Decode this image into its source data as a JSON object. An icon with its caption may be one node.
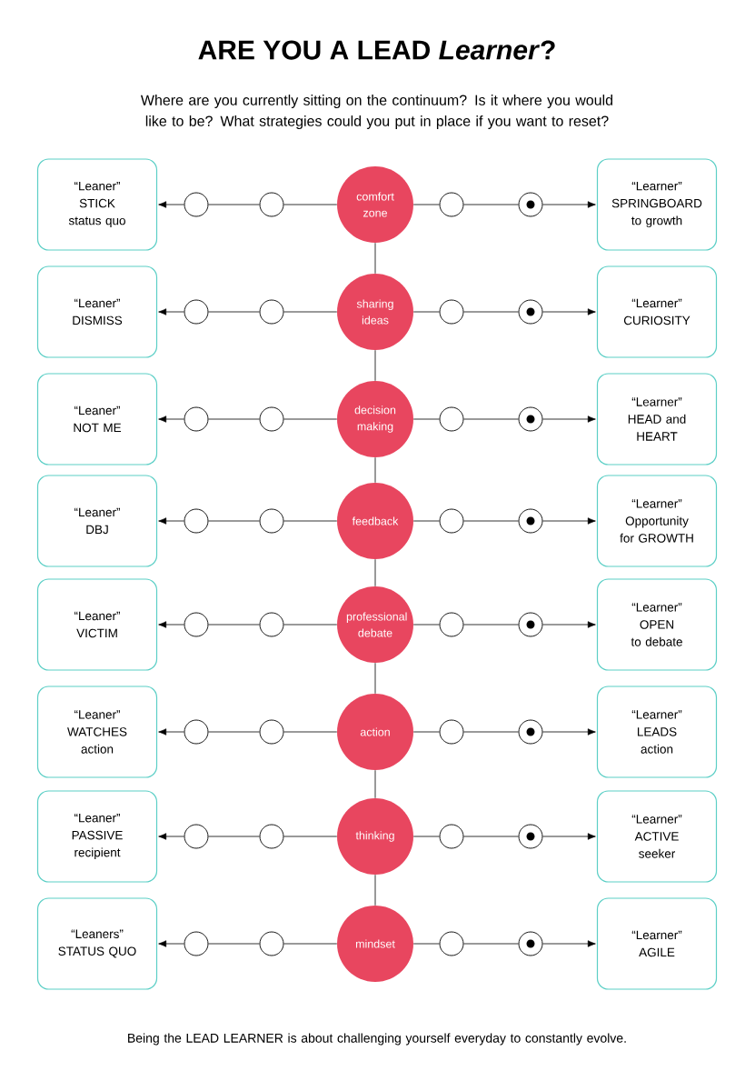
{
  "diagram": {
    "title": "ARE YOU A LEAD *Learner*?",
    "nodes": [
      {
        "text": [
          "“Leaner”",
          "STICK",
          "status quo"
        ]
      },
      {
        "text": [],
        "shape": "circle"
      },
      {
        "text": [],
        "shape": "circle"
      },
      {
        "text": [
          "comfort zone"
        ]
      },
      {
        "text": [],
        "shape": "circle"
      },
      {
        "text": [],
        "shape": "target"
      },
      {
        "text": [
          "“Learner”",
          "SPRINGBOARD",
          "to growth"
        ]
      },
      {
        "text": [
          "“Leaner”",
          "DISMISS"
        ]
      },
      {
        "text": [],
        "shape": "circle"
      },
      {
        "text": [],
        "shape": "circle"
      },
      {
        "text": [
          "sharing ideas"
        ]
      },
      {
        "text": [],
        "shape": "circle"
      },
      {
        "text": [],
        "shape": "target"
      },
      {
        "text": [
          "“Learner”",
          "CURIOSITY"
        ]
      },
      {
        "text": [
          "“Leaner”",
          "NOT ME"
        ]
      },
      {
        "text": [],
        "shape": "circle"
      },
      {
        "text": [],
        "shape": "circle"
      },
      {
        "text": [
          "decision making"
        ]
      },
      {
        "text": [],
        "shape": "circle"
      },
      {
        "text": [],
        "shape": "target"
      },
      {
        "text": [
          "“Learner”",
          "HEAD and HEART"
        ]
      },
      {
        "text": [
          "“Leaner”",
          "DBJ"
        ]
      },
      {
        "text": [],
        "shape": "circle"
      },
      {
        "text": [],
        "shape": "circle"
      },
      {
        "text": [
          "feedback"
        ]
      },
      {
        "text": [],
        "shape": "circle"
      },
      {
        "text": [],
        "shape": "target"
      },
      {
        "text": [
          "“Learner”",
          "Opportunity for GROWTH"
        ]
      },
      {
        "text": [
          "“Leaner”",
          "VICTIM"
        ]
      },
      {
        "text": [],
        "shape": "circle"
      },
      {
        "text": [],
        "shape": "circle"
      },
      {
        "text": [
          "professional debate"
        ]
      },
      {
        "text": [],
        "shape": "circle"
      },
      {
        "text": [],
        "shape": "target"
      },
      {
        "text": [
          "“Learner”",
          "OPEN",
          "to debate"
        ]
      },
      {
        "text": [
          "“Leaner”",
          "WATCHES",
          "action"
        ]
      },
      {
        "text": [],
        "shape": "circle"
      },
      {
        "text": [],
        "shape": "circle"
      },
      {
        "text": [
          "action"
        ]
      },
      {
        "text": [],
        "shape": "circle"
      },
      {
        "text": [],
        "shape": "target"
      },
      {
        "text": [
          "“Learner”",
          "LEADS",
          "action"
        ]
      },
      {
        "text": [
          "“Leaner”",
          "PASSIVE",
          "recipient"
        ]
      },
      {
        "text": [],
        "shape": "circle"
      },
      {
        "text": [],
        "shape": "circle"
      },
      {
        "text": [
          "thinking"
        ]
      },
      {
        "text": [],
        "shape": "circle"
      },
      {
        "text": [],
        "shape": "target"
      },
      {
        "text": [
          "“Learner”",
          "ACTIVE",
          "seeker"
        ]
      },
      {
        "text": [
          "“Leaners”",
          "STATUS QUO"
        ]
      },
      {
        "text": [],
        "shape": "circle"
      },
      {
        "text": [],
        "shape": "circle"
      },
      {
        "text": [
          "mindset"
        ]
      },
      {
        "text": [],
        "shape": "circle"
      },
      {
        "text": [],
        "shape": "target"
      },
      {
        "text": [
          "“Learner”",
          "AGILE"
        ]
      }
    ],
    "edges": [
      {
        "from": 1,
        "to": 0,
        "arrow": "to"
      },
      {
        "from": 1,
        "to": 2,
        "arrow": "none"
      },
      {
        "from": 2,
        "to": 3,
        "arrow": "none"
      },
      {
        "from": 3,
        "to": 4,
        "arrow": "none"
      },
      {
        "from": 4,
        "to": 5,
        "arrow": "none"
      },
      {
        "from": 5,
        "to": 6,
        "arrow": "to"
      },
      {
        "from": 8,
        "to": 7,
        "arrow": "to"
      },
      {
        "from": 8,
        "to": 9,
        "arrow": "none"
      },
      {
        "from": 9,
        "to": 10,
        "arrow": "none"
      },
      {
        "from": 10,
        "to": 11,
        "arrow": "none"
      },
      {
        "from": 11,
        "to": 12,
        "arrow": "none"
      },
      {
        "from": 12,
        "to": 13,
        "arrow": "to"
      },
      {
        "from": 15,
        "to": 14,
        "arrow": "to"
      },
      {
        "from": 15,
        "to": 16,
        "arrow": "none"
      },
      {
        "from": 16,
        "to": 17,
        "arrow": "none"
      },
      {
        "from": 17,
        "to": 18,
        "arrow": "none"
      },
      {
        "from": 18,
        "to": 19,
        "arrow": "none"
      },
      {
        "from": 19,
        "to": 20,
        "arrow": "to"
      },
      {
        "from": 22,
        "to": 21,
        "arrow": "to"
      },
      {
        "from": 22,
        "to": 23,
        "arrow": "none"
      },
      {
        "from": 23,
        "to": 24,
        "arrow": "none"
      },
      {
        "from": 24,
        "to": 25,
        "arrow": "none"
      },
      {
        "from": 25,
        "to": 26,
        "arrow": "none"
      },
      {
        "from": 26,
        "to": 27,
        "arrow": "to"
      },
      {
        "from": 29,
        "to": 28,
        "arrow": "to"
      },
      {
        "from": 29,
        "to": 30,
        "arrow": "none"
      },
      {
        "from": 30,
        "to": 31,
        "arrow": "none"
      },
      {
        "from": 31,
        "to": 32,
        "arrow": "none"
      },
      {
        "from": 32,
        "to": 33,
        "arrow": "none"
      },
      {
        "from": 33,
        "to": 34,
        "arrow": "to"
      },
      {
        "from": 36,
        "to": 35,
        "arrow": "to"
      },
      {
        "from": 36,
        "to": 37,
        "arrow": "none"
      },
      {
        "from": 37,
        "to": 38,
        "arrow": "none"
      },
      {
        "from": 38,
        "to": 39,
        "arrow": "none"
      },
      {
        "from": 39,
        "to": 40,
        "arrow": "none"
      },
      {
        "from": 40,
        "to": 41,
        "arrow": "to"
      },
      {
        "from": 43,
        "to": 42,
        "arrow": "to"
      },
      {
        "from": 43,
        "to": 44,
        "arrow": "none"
      },
      {
        "from": 44,
        "to": 45,
        "arrow": "none"
      },
      {
        "from": 45,
        "to": 46,
        "arrow": "none"
      },
      {
        "from": 46,
        "to": 47,
        "arrow": "none"
      },
      {
        "from": 47,
        "to": 48,
        "arrow": "to"
      },
      {
        "from": 50,
        "to": 49,
        "arrow": "to"
      },
      {
        "from": 50,
        "to": 51,
        "arrow": "none"
      },
      {
        "from": 51,
        "to": 52,
        "arrow": "none"
      },
      {
        "from": 52,
        "to": 53,
        "arrow": "none"
      },
      {
        "from": 53,
        "to": 54,
        "arrow": "none"
      },
      {
        "from": 54,
        "to": 55,
        "arrow": "to"
      },
      {
        "from": 3,
        "to": 10,
        "arrow": "none"
      },
      {
        "from": 10,
        "to": 17,
        "arrow": "none"
      },
      {
        "from": 17,
        "to": 24,
        "arrow": "none"
      },
      {
        "from": 24,
        "to": 31,
        "arrow": "none"
      },
      {
        "from": 31,
        "to": 38,
        "arrow": "none"
      },
      {
        "from": 38,
        "to": 45,
        "arrow": "none"
      },
      {
        "from": 45,
        "to": 52,
        "arrow": "none"
      }
    ],
    "labels": [
      "Where are you currently sitting on the continuum? Is it where you would like to be? What strategies could you put in place if you want to reset?",
      "Being the LEAD LEARNER is about challenging yourself everyday to constantly evolve."
    ]
  }
}
